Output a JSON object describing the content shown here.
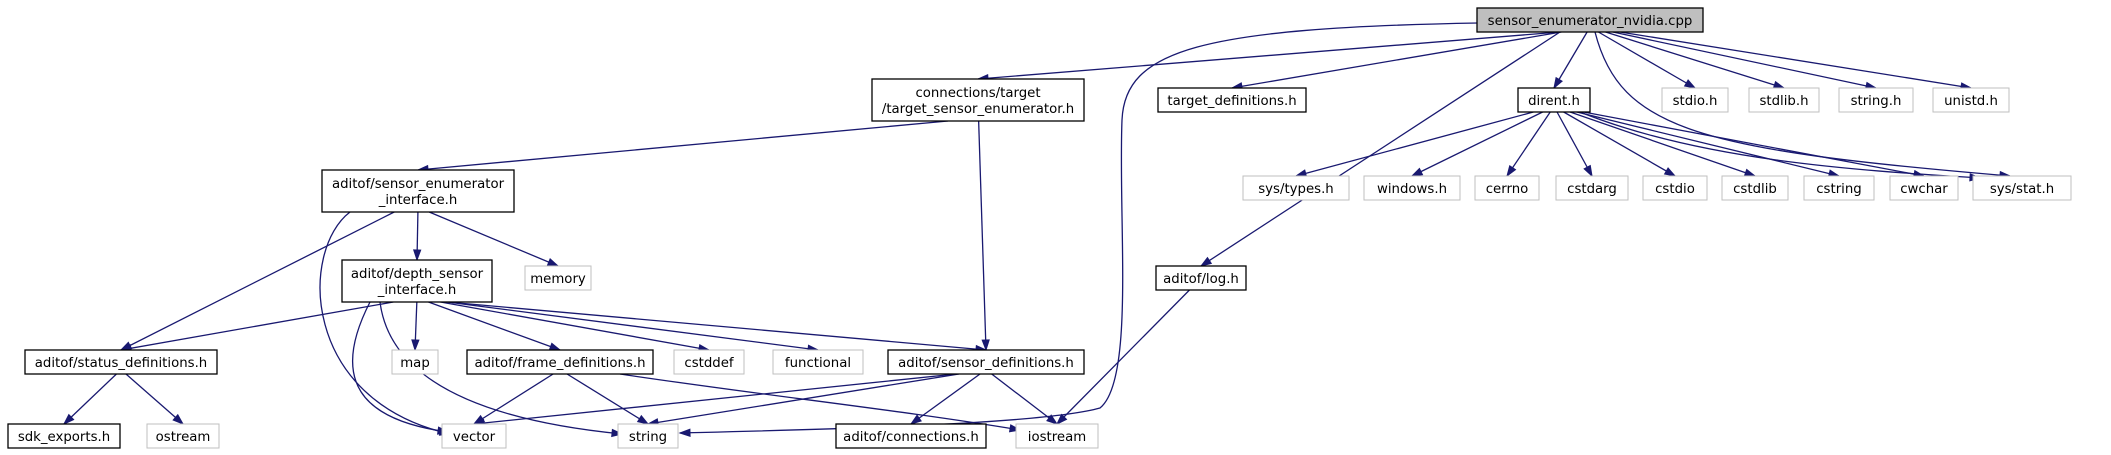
{
  "diagram": {
    "type": "include-dependency-graph",
    "root": "sensor_enumerator_nvidia.cpp",
    "nodes": [
      {
        "id": "root",
        "kind": "root",
        "lines": [
          "sensor_enumerator_nvidia.cpp"
        ]
      },
      {
        "id": "tse",
        "kind": "file",
        "lines": [
          "connections/target",
          "/target_sensor_enumerator.h"
        ]
      },
      {
        "id": "tdefs",
        "kind": "file",
        "lines": [
          "target_definitions.h"
        ]
      },
      {
        "id": "dirent",
        "kind": "file",
        "lines": [
          "dirent.h"
        ]
      },
      {
        "id": "stdioh",
        "kind": "sys",
        "lines": [
          "stdio.h"
        ]
      },
      {
        "id": "stdlibh",
        "kind": "sys",
        "lines": [
          "stdlib.h"
        ]
      },
      {
        "id": "stringh",
        "kind": "sys",
        "lines": [
          "string.h"
        ]
      },
      {
        "id": "unistdh",
        "kind": "sys",
        "lines": [
          "unistd.h"
        ]
      },
      {
        "id": "sei",
        "kind": "file",
        "lines": [
          "aditof/sensor_enumerator",
          "_interface.h"
        ]
      },
      {
        "id": "systypes",
        "kind": "sys",
        "lines": [
          "sys/types.h"
        ]
      },
      {
        "id": "windowsh",
        "kind": "sys",
        "lines": [
          "windows.h"
        ]
      },
      {
        "id": "cerrno",
        "kind": "sys",
        "lines": [
          "cerrno"
        ]
      },
      {
        "id": "cstdarg",
        "kind": "sys",
        "lines": [
          "cstdarg"
        ]
      },
      {
        "id": "cstdio",
        "kind": "sys",
        "lines": [
          "cstdio"
        ]
      },
      {
        "id": "cstdlib",
        "kind": "sys",
        "lines": [
          "cstdlib"
        ]
      },
      {
        "id": "cstring",
        "kind": "sys",
        "lines": [
          "cstring"
        ]
      },
      {
        "id": "cwchar",
        "kind": "sys",
        "lines": [
          "cwchar"
        ]
      },
      {
        "id": "sysstat",
        "kind": "sys",
        "lines": [
          "sys/stat.h"
        ]
      },
      {
        "id": "dsi",
        "kind": "file",
        "lines": [
          "aditof/depth_sensor",
          "_interface.h"
        ]
      },
      {
        "id": "memory",
        "kind": "sys",
        "lines": [
          "memory"
        ]
      },
      {
        "id": "log",
        "kind": "file",
        "lines": [
          "aditof/log.h"
        ]
      },
      {
        "id": "status",
        "kind": "file",
        "lines": [
          "aditof/status_definitions.h"
        ]
      },
      {
        "id": "map",
        "kind": "sys",
        "lines": [
          "map"
        ]
      },
      {
        "id": "frame",
        "kind": "file",
        "lines": [
          "aditof/frame_definitions.h"
        ]
      },
      {
        "id": "cstddef",
        "kind": "sys",
        "lines": [
          "cstddef"
        ]
      },
      {
        "id": "functional",
        "kind": "sys",
        "lines": [
          "functional"
        ]
      },
      {
        "id": "sensordefs",
        "kind": "file",
        "lines": [
          "aditof/sensor_definitions.h"
        ]
      },
      {
        "id": "sdk",
        "kind": "file",
        "lines": [
          "sdk_exports.h"
        ]
      },
      {
        "id": "ostream",
        "kind": "sys",
        "lines": [
          "ostream"
        ]
      },
      {
        "id": "vector",
        "kind": "sys",
        "lines": [
          "vector"
        ]
      },
      {
        "id": "string",
        "kind": "sys",
        "lines": [
          "string"
        ]
      },
      {
        "id": "connections",
        "kind": "file",
        "lines": [
          "aditof/connections.h"
        ]
      },
      {
        "id": "iostream",
        "kind": "sys",
        "lines": [
          "iostream"
        ]
      }
    ],
    "edges": [
      [
        "root",
        "tse"
      ],
      [
        "root",
        "tdefs"
      ],
      [
        "root",
        "dirent"
      ],
      [
        "root",
        "stdioh"
      ],
      [
        "root",
        "stdlibh"
      ],
      [
        "root",
        "stringh"
      ],
      [
        "root",
        "unistdh"
      ],
      [
        "root",
        "sysstat"
      ],
      [
        "root",
        "log"
      ],
      [
        "root",
        "string"
      ],
      [
        "tse",
        "sei"
      ],
      [
        "tse",
        "sensordefs"
      ],
      [
        "dirent",
        "systypes"
      ],
      [
        "dirent",
        "windowsh"
      ],
      [
        "dirent",
        "cerrno"
      ],
      [
        "dirent",
        "cstdarg"
      ],
      [
        "dirent",
        "cstdio"
      ],
      [
        "dirent",
        "cstdlib"
      ],
      [
        "dirent",
        "cstring"
      ],
      [
        "dirent",
        "cwchar"
      ],
      [
        "dirent",
        "sysstat"
      ],
      [
        "sei",
        "dsi"
      ],
      [
        "sei",
        "memory"
      ],
      [
        "sei",
        "status"
      ],
      [
        "sei",
        "vector"
      ],
      [
        "dsi",
        "status"
      ],
      [
        "dsi",
        "map"
      ],
      [
        "dsi",
        "frame"
      ],
      [
        "dsi",
        "cstddef"
      ],
      [
        "dsi",
        "functional"
      ],
      [
        "dsi",
        "sensordefs"
      ],
      [
        "dsi",
        "vector"
      ],
      [
        "dsi",
        "string"
      ],
      [
        "log",
        "iostream"
      ],
      [
        "status",
        "sdk"
      ],
      [
        "status",
        "ostream"
      ],
      [
        "frame",
        "vector"
      ],
      [
        "frame",
        "string"
      ],
      [
        "frame",
        "iostream"
      ],
      [
        "sensordefs",
        "vector"
      ],
      [
        "sensordefs",
        "string"
      ],
      [
        "sensordefs",
        "connections"
      ],
      [
        "sensordefs",
        "iostream"
      ]
    ]
  }
}
